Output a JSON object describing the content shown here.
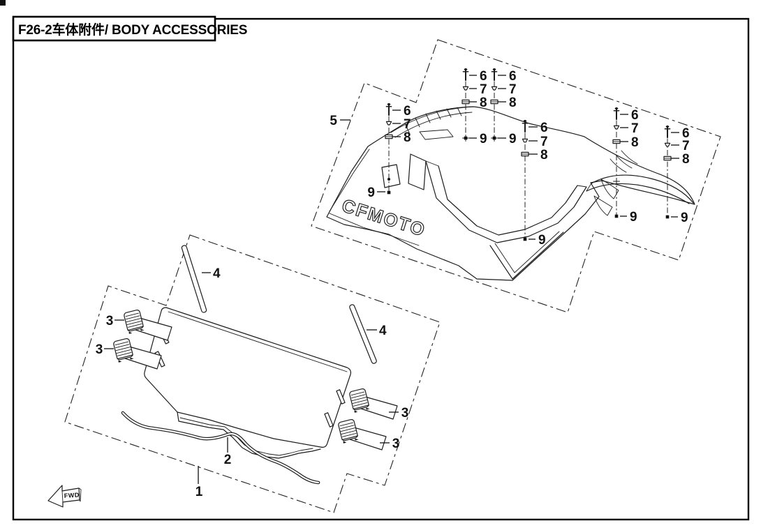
{
  "window": {
    "title": "F26-2车体附件/ BODY ACCESSORIES"
  },
  "brand": {
    "hood_logo": "CFMOTO"
  },
  "fwd": {
    "label": "FWD"
  },
  "labels": {
    "n1": "1",
    "n2": "2",
    "n3": "3",
    "n4": "4",
    "n5": "5",
    "n6": "6",
    "n7": "7",
    "n8": "8",
    "n9": "9"
  }
}
